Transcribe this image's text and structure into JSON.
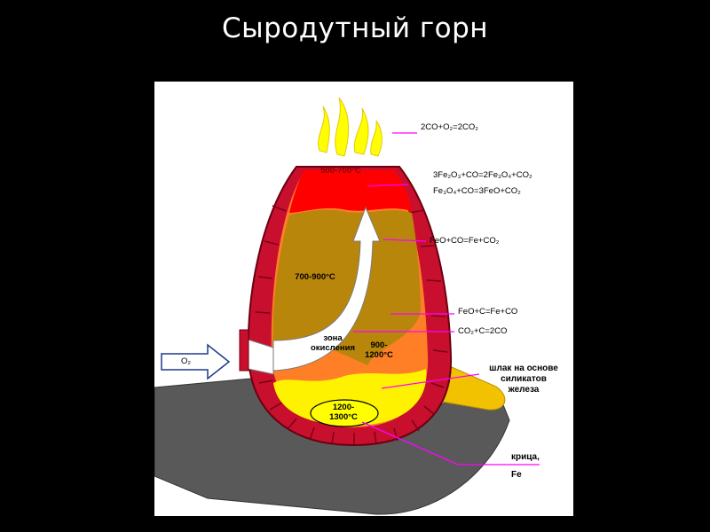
{
  "slide": {
    "title": "Сыродутный горн"
  },
  "diagram": {
    "input_label": "O₂",
    "temperature_zones": {
      "top": "500-700°C",
      "upper": "700-900°C",
      "middle_line1": "900-",
      "middle_line2": "1200°C",
      "bottom_line1": "1200-",
      "bottom_line2": "1300°C"
    },
    "oxidation_zone": {
      "line1": "зона",
      "line2": "окисления"
    },
    "reactions": [
      "2CO+O₂=2CO₂",
      "3Fe₂O₃+CO=2Fe₃O₄+CO₂",
      "Fe₃O₄+CO=3FeO+CO₂",
      "FeO+CO=Fe+CO₂",
      "FeO+C=Fe+CO",
      "CO₂+C=2CO"
    ],
    "slag_label": {
      "line1": "шлак на основе",
      "line2": "силикатов",
      "line3": "железа"
    },
    "bloom_label": {
      "line1": "крица,",
      "line2": "Fe"
    },
    "colors": {
      "brick": "#c8102e",
      "gray_ground": "#595959",
      "flame": "#ffff00",
      "hot_top": "#ff0000",
      "ore": "#b8860b",
      "orange_zone": "#ff7f27",
      "yellow_zone": "#fff200",
      "pointer": "#ff00ff",
      "slag": "#f2c200"
    }
  }
}
